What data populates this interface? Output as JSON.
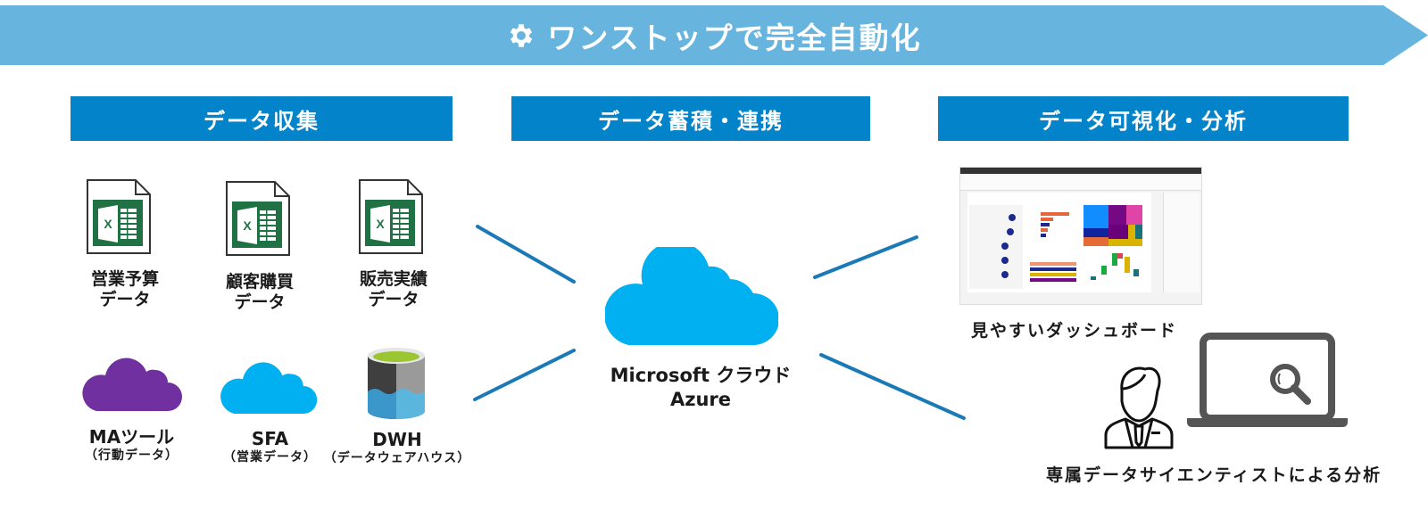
{
  "banner": {
    "title": "ワンストップで完全自動化",
    "icon": "gear-icon",
    "color": "#67b5df"
  },
  "sections": [
    {
      "title": "データ収集"
    },
    {
      "title": "データ蓄積・連携"
    },
    {
      "title": "データ可視化・分析"
    }
  ],
  "accent_color": "#0383c9",
  "collection": {
    "excel_items": [
      {
        "line1": "営業予算",
        "line2": "データ",
        "icon": "excel-file-icon"
      },
      {
        "line1": "顧客購買",
        "line2": "データ",
        "icon": "excel-file-icon"
      },
      {
        "line1": "販売実績",
        "line2": "データ",
        "icon": "excel-file-icon"
      }
    ],
    "cloud_items": [
      {
        "title": "MAツール",
        "sub": "（行動データ）",
        "icon": "purple-cloud-icon",
        "color": "#7030a0"
      },
      {
        "title": "SFA",
        "sub": "（営業データ）",
        "icon": "blue-cloud-icon",
        "color": "#00b0f0"
      },
      {
        "title": "DWH",
        "sub": "（データウェアハウス）",
        "icon": "database-icon"
      }
    ]
  },
  "storage": {
    "line1": "Microsoft クラウド",
    "line2": "Azure",
    "color": "#00b0f0"
  },
  "analysis": {
    "dashboard_label": "見やすいダッシュボード",
    "scientist_label": "専属データサイエンティストによる分析"
  }
}
